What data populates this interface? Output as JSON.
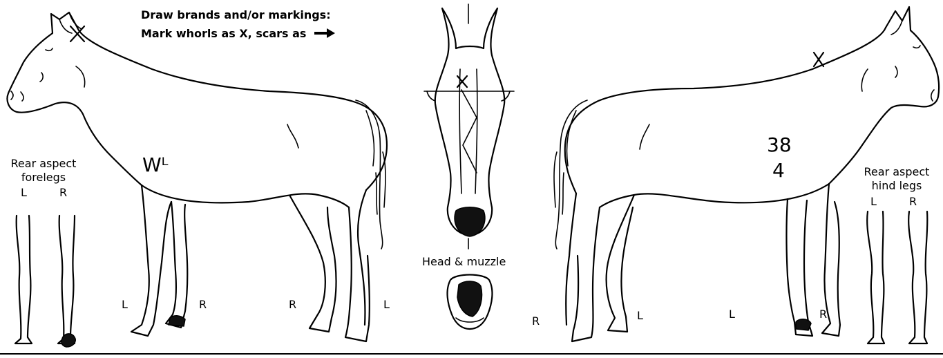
{
  "instructions": {
    "line1": "Draw brands and/or markings:",
    "line2": "Mark whorls as X, scars as"
  },
  "left_legs": {
    "title1": "Rear aspect",
    "title2": "forelegs",
    "left": "L",
    "right": "R"
  },
  "right_legs": {
    "title1": "Rear aspect",
    "title2": "hind legs",
    "left": "L",
    "right": "R"
  },
  "left_horse": {
    "brand": "Wᴸ",
    "legs": [
      "L",
      "R",
      "R",
      "L"
    ]
  },
  "right_horse": {
    "brand_top": "38",
    "brand_bottom": "4",
    "legs": [
      "R",
      "L",
      "L",
      "R"
    ]
  },
  "head_label": "Head & muzzle",
  "colors": {
    "ink": "#000000",
    "background": "#ffffff"
  }
}
